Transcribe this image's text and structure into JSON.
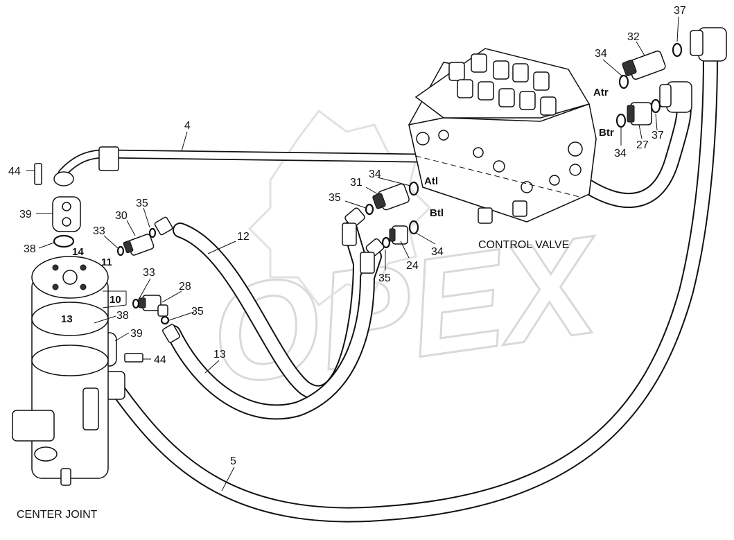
{
  "watermark": "OPEX",
  "captions": {
    "control_valve": "CONTROL VALVE",
    "center_joint": "CENTER JOINT"
  },
  "ports": {
    "atr": "Atr",
    "btr": "Btr",
    "atl": "Atl",
    "btl": "Btl"
  },
  "joint_ports": {
    "p14": "14",
    "p11": "11",
    "p10": "10",
    "p13": "13"
  },
  "callouts": {
    "c37a": "37",
    "c32": "32",
    "c34a": "34",
    "c37b": "37",
    "c27": "27",
    "c34b": "34",
    "c4": "4",
    "c44a": "44",
    "c39a": "39",
    "c38a": "38",
    "c30": "30",
    "c35a": "35",
    "c33a": "33",
    "c34c": "34",
    "c31": "31",
    "c35b": "35",
    "c12": "12",
    "c33b": "33",
    "c28": "28",
    "c35c": "35",
    "c38b": "38",
    "c39b": "39",
    "c44b": "44",
    "c13": "13",
    "c24": "24",
    "c34d": "34",
    "c35d": "35",
    "c5": "5"
  }
}
